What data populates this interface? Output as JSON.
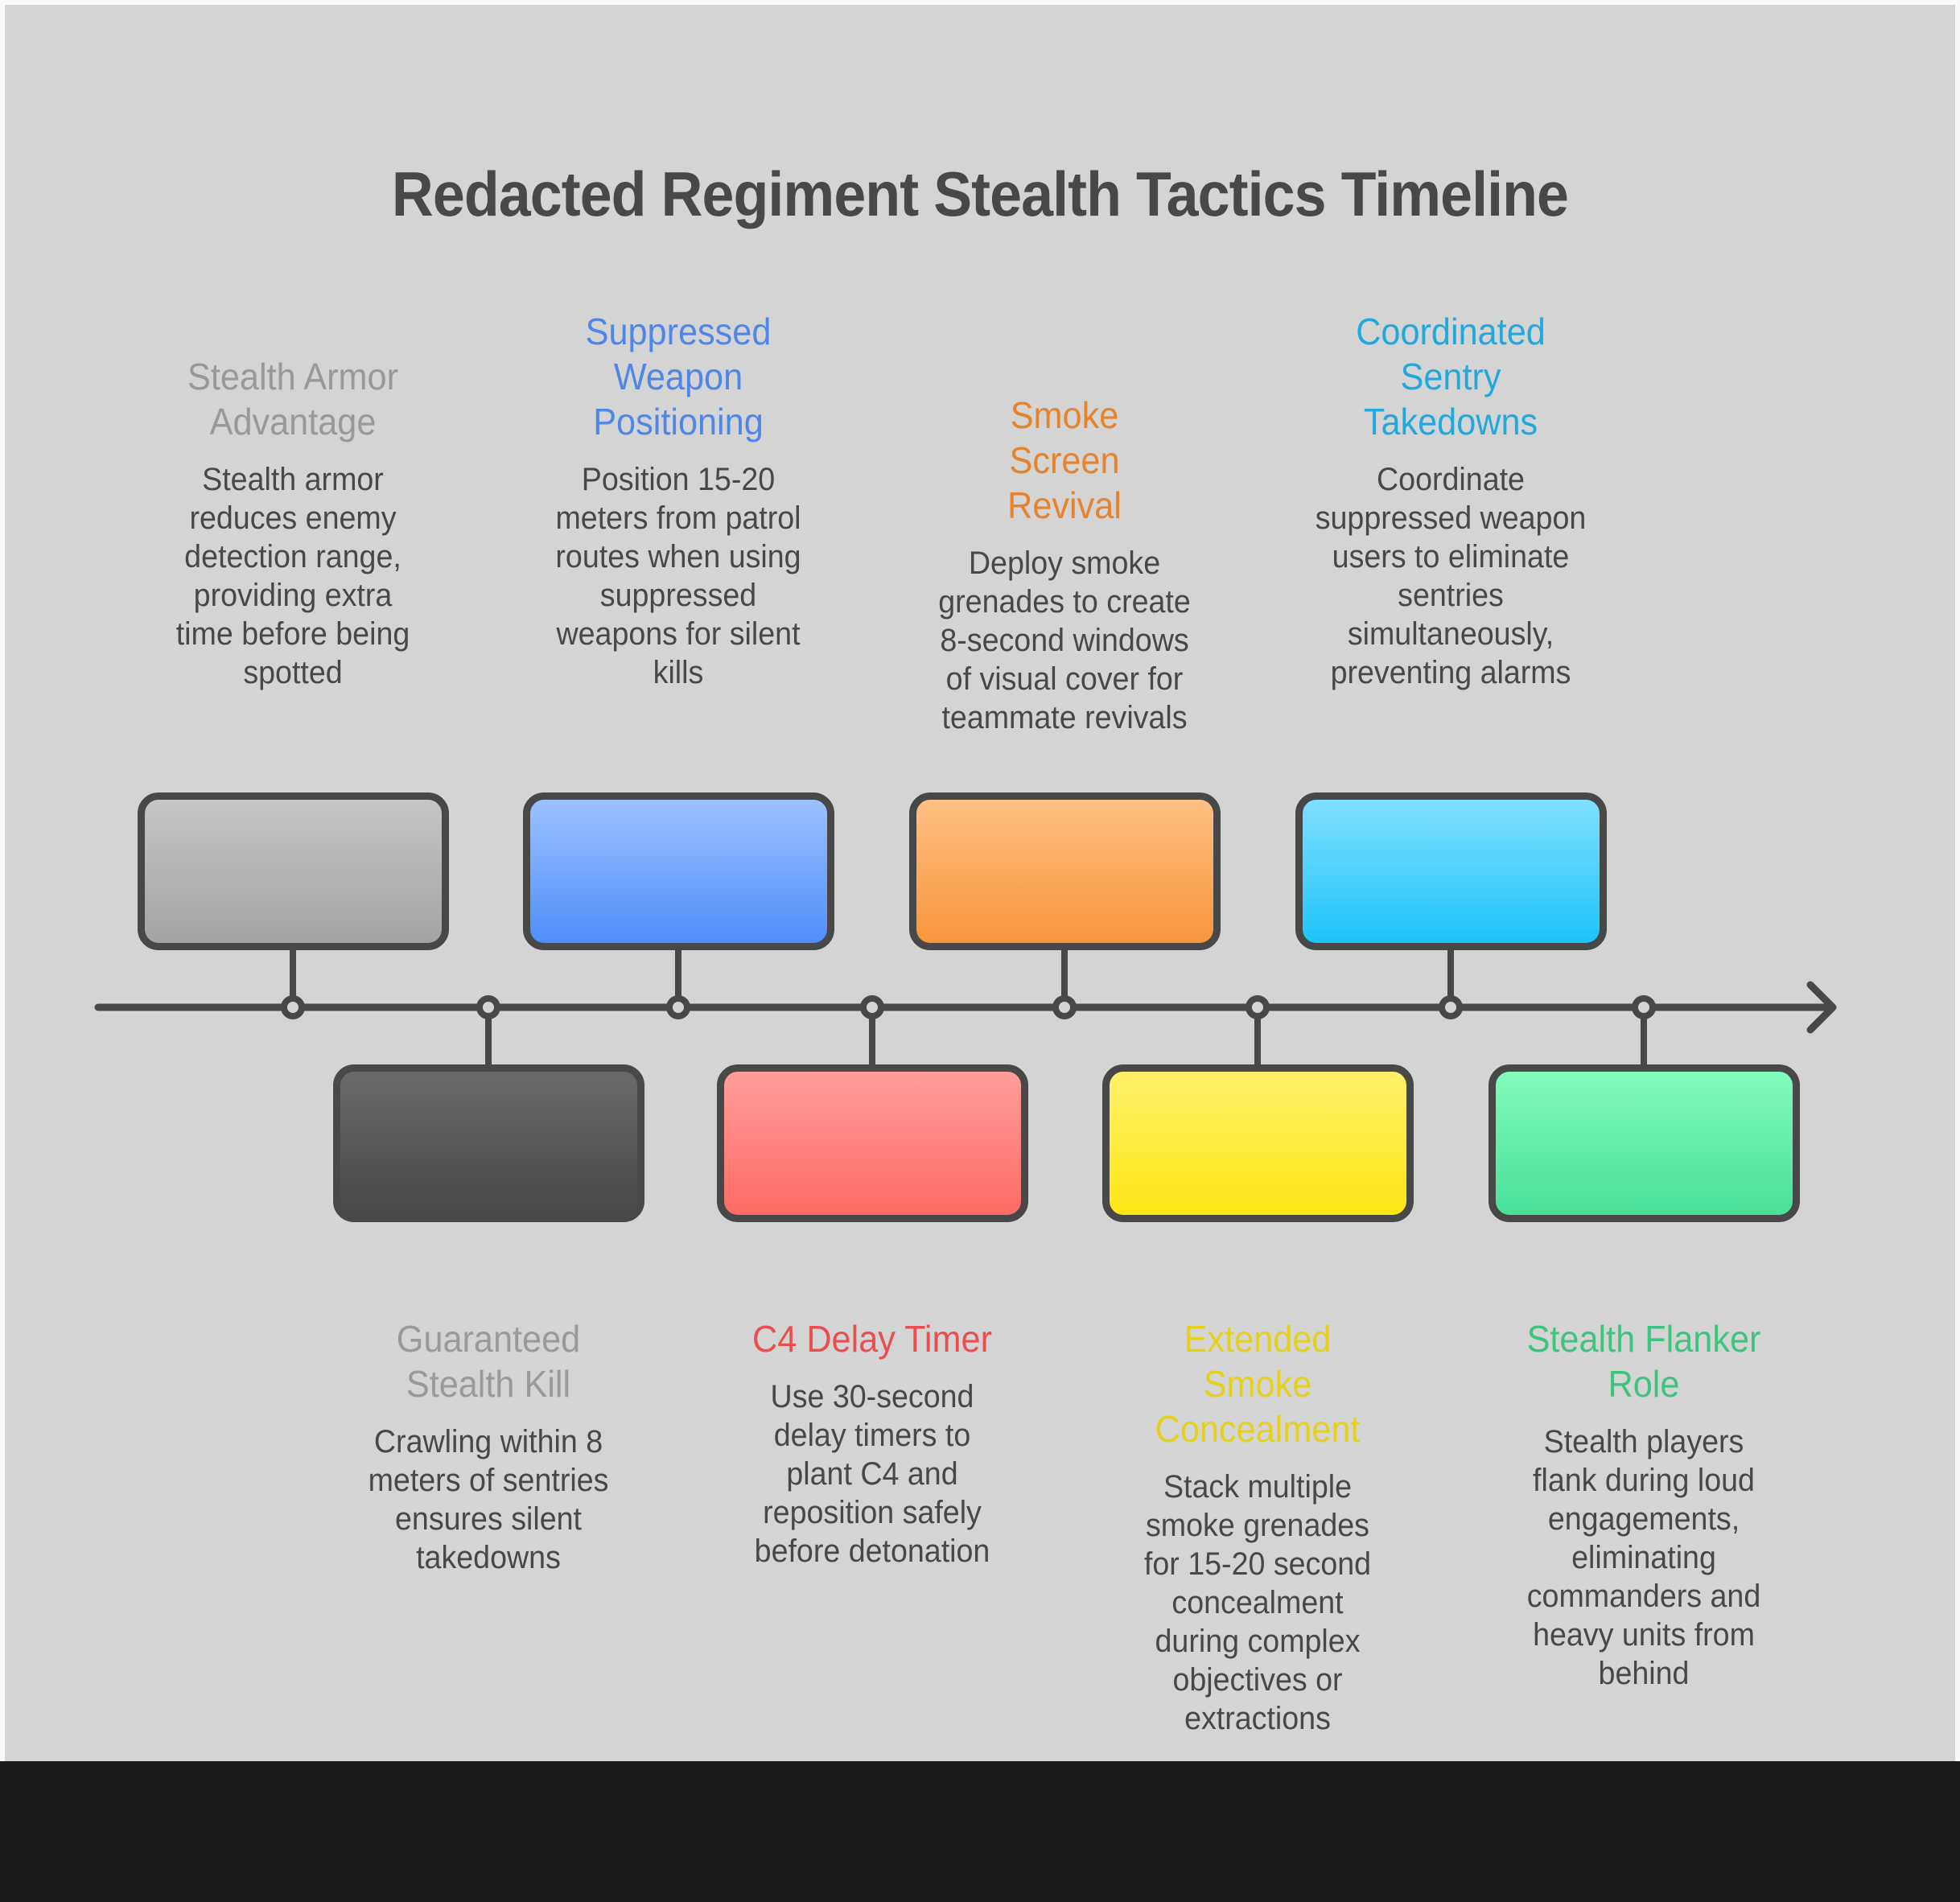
{
  "title": "Redacted Regiment Stealth Tactics Timeline",
  "events": [
    {
      "position": "top",
      "heading": "Stealth Armor Advantage",
      "description": "Stealth armor reduces enemy detection range, providing extra time before being spotted",
      "icon": "armored-knight-icon",
      "color": "#999999",
      "gradient": [
        "#c6c6c6",
        "#a3a3a3"
      ]
    },
    {
      "position": "bottom",
      "heading": "Guaranteed Stealth Kill",
      "description": "Crawling within 8 meters of sentries ensures silent takedowns",
      "icon": "soldier-pistol-icon",
      "color": "#9a9a9a",
      "gradient": [
        "#6a6a6a",
        "#484848"
      ]
    },
    {
      "position": "top",
      "heading": "Suppressed Weapon Positioning",
      "description": "Position 15-20 meters from patrol routes when using suppressed weapons for silent kills",
      "icon": "sniper-target-icon",
      "color": "#4f86e8",
      "gradient": [
        "#9cc1ff",
        "#4f8ef9"
      ]
    },
    {
      "position": "bottom",
      "heading": "C4 Delay Timer",
      "description": "Use 30-second delay timers to plant C4 and reposition safely before detonation",
      "icon": "stopwatch-icon",
      "color": "#e85050",
      "gradient": [
        "#ff9e9a",
        "#ff6a64"
      ]
    },
    {
      "position": "top",
      "heading": "Smoke Screen Revival",
      "description": "Deploy smoke grenades to create 8-second windows of visual cover for teammate revivals",
      "icon": "sword-skull-icon",
      "color": "#e5832e",
      "gradient": [
        "#ffc083",
        "#f7963b"
      ]
    },
    {
      "position": "bottom",
      "heading": "Extended Smoke Concealment",
      "description": "Stack multiple smoke grenades for 15-20 second concealment during complex objectives or extractions",
      "icon": "smoke-cover-person-icon",
      "color": "#e5d11c",
      "gradient": [
        "#fff06a",
        "#ffe715"
      ]
    },
    {
      "position": "top",
      "heading": "Coordinated Sentry Takedowns",
      "description": "Coordinate suppressed weapon users to eliminate sentries simultaneously, preventing alarms",
      "icon": "soldier-sandbags-icon",
      "color": "#22a9dc",
      "gradient": [
        "#7fdfff",
        "#1ec4fb"
      ]
    },
    {
      "position": "bottom",
      "heading": "Stealth Flanker Role",
      "description": "Stealth players flank during loud engagements, eliminating commanders and heavy units from behind",
      "icon": "masked-target-icon",
      "color": "#3fc47f",
      "gradient": [
        "#82fbbd",
        "#48e09a"
      ]
    }
  ],
  "colors": {
    "background": "#d4d4d4",
    "line": "#484848",
    "footer": "#1b1b1b"
  }
}
